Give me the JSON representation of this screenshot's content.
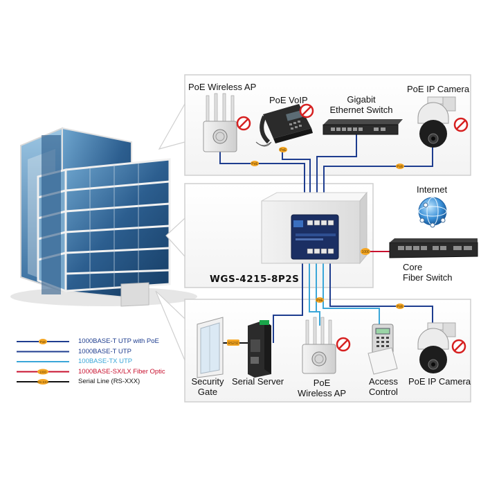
{
  "panels": {
    "top": {
      "devices": [
        {
          "id": "poe-wireless-ap-top",
          "label": "PoE Wireless AP"
        },
        {
          "id": "poe-voip",
          "label": "PoE VoIP"
        },
        {
          "id": "gigabit-switch",
          "label_line1": "Gigabit",
          "label_line2": "Ethernet Switch"
        },
        {
          "id": "poe-ip-camera-top",
          "label": "PoE IP Camera"
        }
      ]
    },
    "middle": {
      "model_name": "WGS-4215-8P2S",
      "internet_label": "Internet",
      "core_switch_line1": "Core",
      "core_switch_line2": "Fiber Switch"
    },
    "bottom": {
      "devices": [
        {
          "id": "security-gate",
          "label_line1": "Security",
          "label_line2": "Gate"
        },
        {
          "id": "serial-server",
          "label": "Serial Server"
        },
        {
          "id": "poe-wireless-ap-bottom",
          "label_line1": "PoE",
          "label_line2": "Wireless AP"
        },
        {
          "id": "access-control",
          "label_line1": "Access",
          "label_line2": "Control"
        },
        {
          "id": "poe-ip-camera-bottom",
          "label": "PoE IP Camera"
        }
      ]
    }
  },
  "badges": {
    "poe": "PoE",
    "fiber": "1000",
    "serial": "RS-XXX",
    "serial_small": "RS232"
  },
  "legend": [
    {
      "text": "1000BASE-T UTP with PoE",
      "color": "#1e3d8f",
      "text_color": "#1e3d8f",
      "badge": "PoE"
    },
    {
      "text": "1000BASE-T UTP",
      "color": "#1e3d8f",
      "text_color": "#1e3d8f",
      "badge": ""
    },
    {
      "text": "100BASE-TX UTP",
      "color": "#3aa6d8",
      "text_color": "#3aa6d8",
      "badge": ""
    },
    {
      "text": "1000BASE-SX/LX Fiber Optic",
      "color": "#c8102e",
      "text_color": "#c8102e",
      "badge": "1000"
    },
    {
      "text": "Serial Line (RS-XXX)",
      "color": "#111111",
      "text_color": "#111111",
      "badge": "RS-XXX"
    }
  ],
  "colors": {
    "poe_line": "#1e3d8f",
    "utp_light": "#3aa6d8",
    "fiber": "#c8102e",
    "serial": "#111111",
    "badge_fill": "#f5a623"
  }
}
